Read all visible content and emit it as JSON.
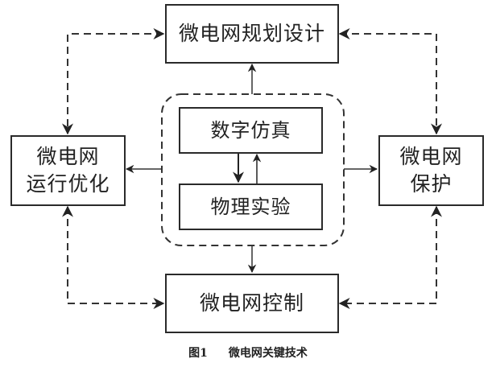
{
  "diagram": {
    "nodes": {
      "planning": {
        "label": "微电网规划设计"
      },
      "operation": {
        "label_line1": "微电网",
        "label_line2": "运行优化"
      },
      "protection": {
        "label_line1": "微电网",
        "label_line2": "保护"
      },
      "control": {
        "label": "微电网控制"
      },
      "simulation": {
        "label": "数字仿真"
      },
      "experiment": {
        "label": "物理实验"
      }
    },
    "group": {
      "name": "simulation-experiment-platform",
      "members": [
        "数字仿真",
        "物理实验"
      ]
    },
    "edges": [
      {
        "from": "platform",
        "to": "微电网规划设计",
        "style": "solid"
      },
      {
        "from": "platform",
        "to": "微电网运行优化",
        "style": "solid"
      },
      {
        "from": "platform",
        "to": "微电网保护",
        "style": "solid"
      },
      {
        "from": "platform",
        "to": "微电网控制",
        "style": "solid"
      },
      {
        "from": "数字仿真",
        "to": "物理实验",
        "style": "solid"
      },
      {
        "from": "物理实验",
        "to": "数字仿真",
        "style": "solid"
      },
      {
        "from": "微电网规划设计",
        "to": "微电网运行优化",
        "style": "dashed",
        "bidirectional": true
      },
      {
        "from": "微电网规划设计",
        "to": "微电网保护",
        "style": "dashed",
        "bidirectional": true
      },
      {
        "from": "微电网运行优化",
        "to": "微电网控制",
        "style": "dashed",
        "bidirectional": true
      },
      {
        "from": "微电网保护",
        "to": "微电网控制",
        "style": "dashed",
        "bidirectional": true
      }
    ]
  },
  "caption": {
    "figure_number": "图1",
    "title": "微电网关键技术"
  }
}
